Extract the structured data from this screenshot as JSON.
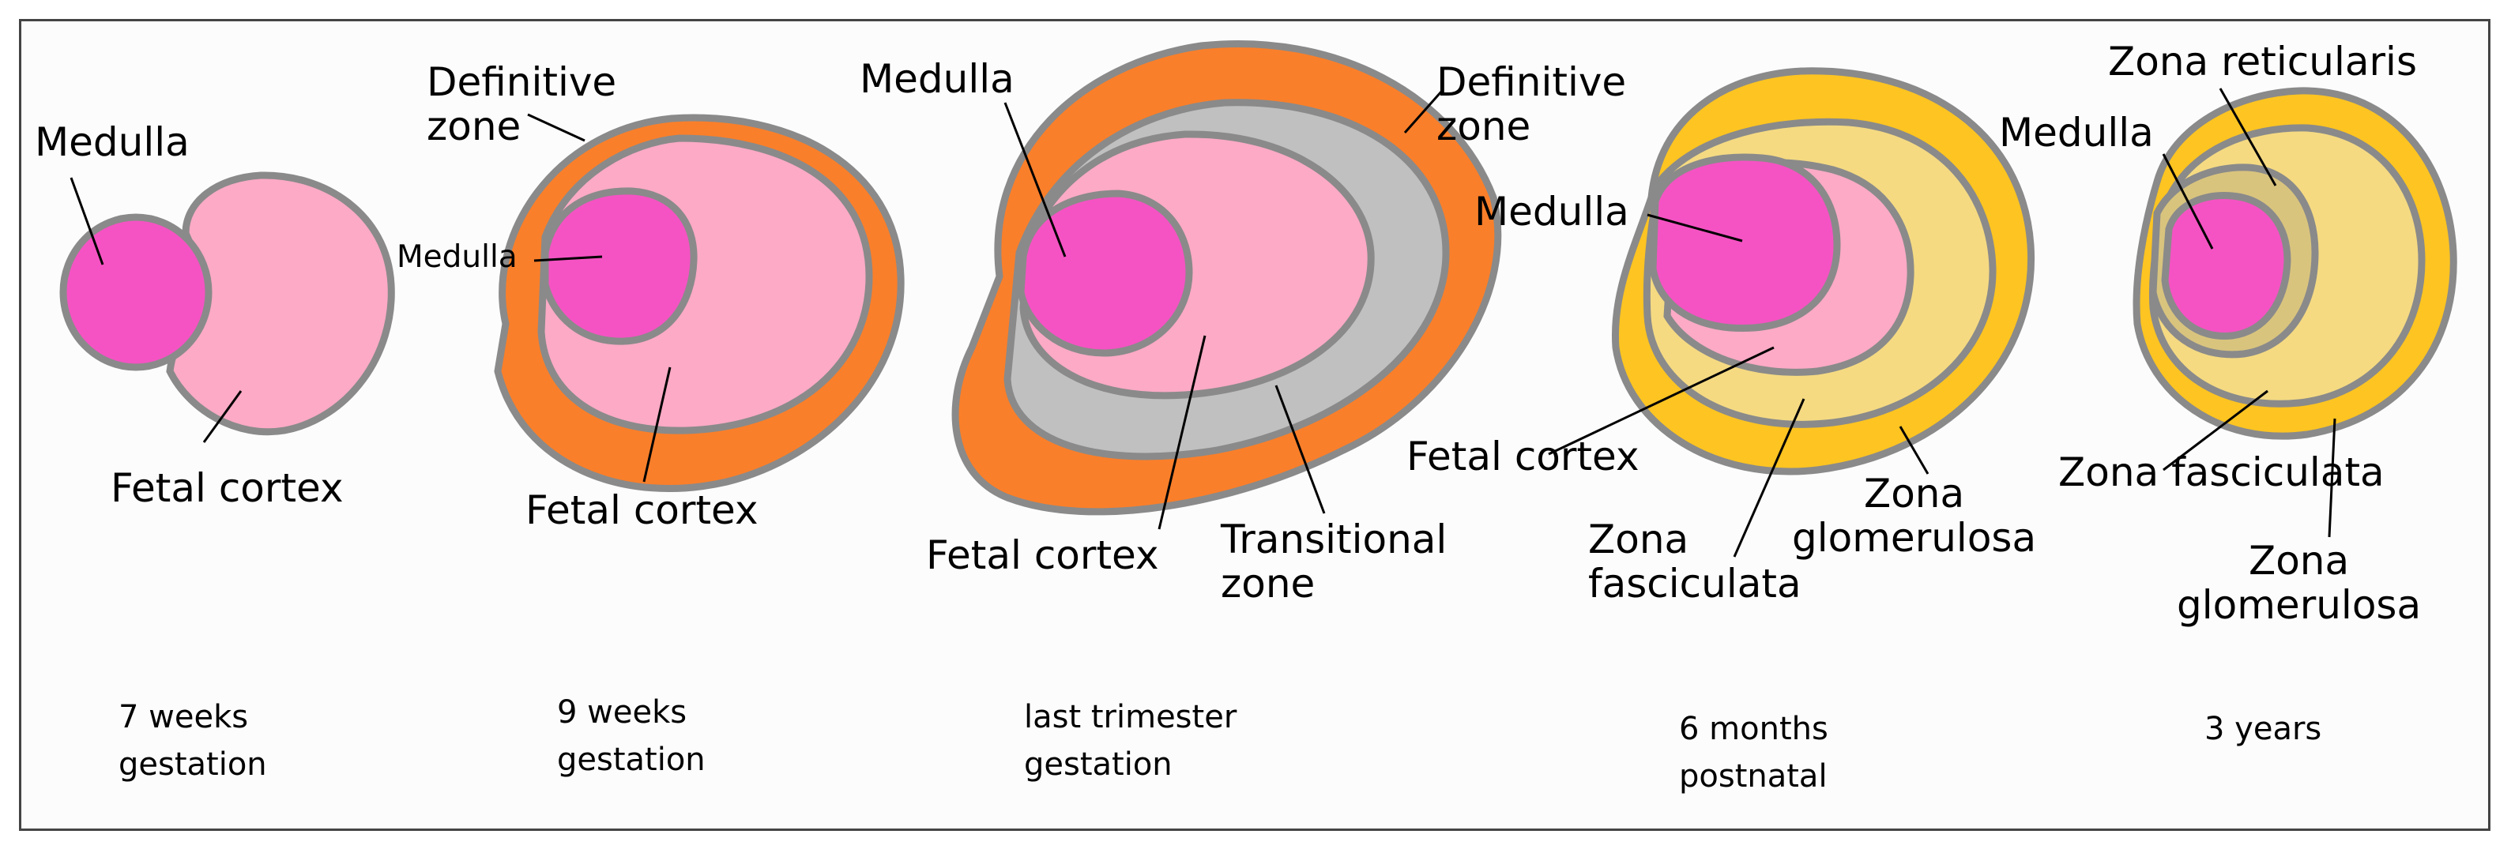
{
  "colors": {
    "medulla": "#f553c3",
    "fetal_cortex": "#fcaac6",
    "definitive_zone": "#fa7f2a",
    "transitional_zone": "#c0c0c0",
    "zona_glomerulosa": "#fdc422",
    "zona_fasciculata": "#f5da82",
    "zona_reticularis": "#d9c47e",
    "outline": "#8a8a8a"
  },
  "stages": [
    {
      "caption": [
        "7 weeks",
        "gestation"
      ],
      "labels": {
        "medulla": "Medulla",
        "fetal_cortex": "Fetal cortex"
      }
    },
    {
      "caption": [
        "9 weeks",
        "gestation"
      ],
      "labels": {
        "definitive_zone": [
          "Definitive",
          "zone"
        ],
        "medulla": "Medulla",
        "fetal_cortex": "Fetal cortex"
      }
    },
    {
      "caption": [
        "last trimester",
        "gestation"
      ],
      "labels": {
        "medulla": "Medulla",
        "definitive_zone": [
          "Definitive",
          "zone"
        ],
        "fetal_cortex": "Fetal cortex",
        "transitional_zone": [
          "Transitional",
          "zone"
        ]
      }
    },
    {
      "caption": [
        "6 months",
        "postnatal"
      ],
      "labels": {
        "medulla": "Medulla",
        "fetal_cortex": "Fetal cortex",
        "zona_fasciculata": [
          "Zona",
          "fasciculata"
        ],
        "zona_glomerulosa": [
          "Zona",
          "glomerulosa"
        ]
      }
    },
    {
      "caption": [
        "3 years"
      ],
      "labels": {
        "zona_reticularis": "Zona reticularis",
        "medulla": "Medulla",
        "zona_fasciculata": "Zona fasciculata",
        "zona_glomerulosa": [
          "Zona",
          "glomerulosa"
        ]
      }
    }
  ]
}
